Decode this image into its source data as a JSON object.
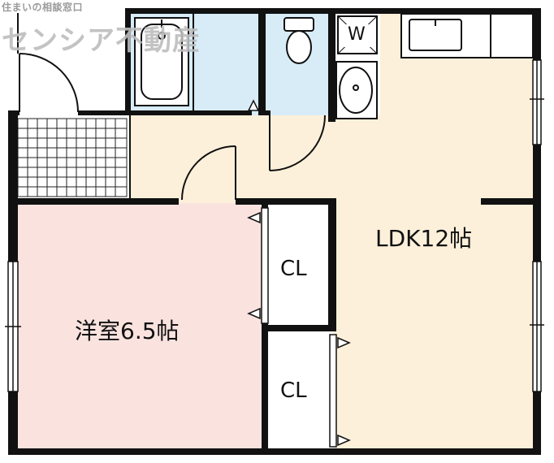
{
  "watermark": {
    "tagline": "住まいの相談窓口",
    "company": "センシア不動産"
  },
  "rooms": {
    "ldk": "LDK12帖",
    "western": "洋室6.5帖",
    "closet_upper": "CL",
    "closet_lower": "CL",
    "washer": "W"
  },
  "colors": {
    "ldk_floor": "#fdf0da",
    "western_floor": "#fae3df",
    "wet_area": "#d7ecf7",
    "wall": "#111111"
  }
}
